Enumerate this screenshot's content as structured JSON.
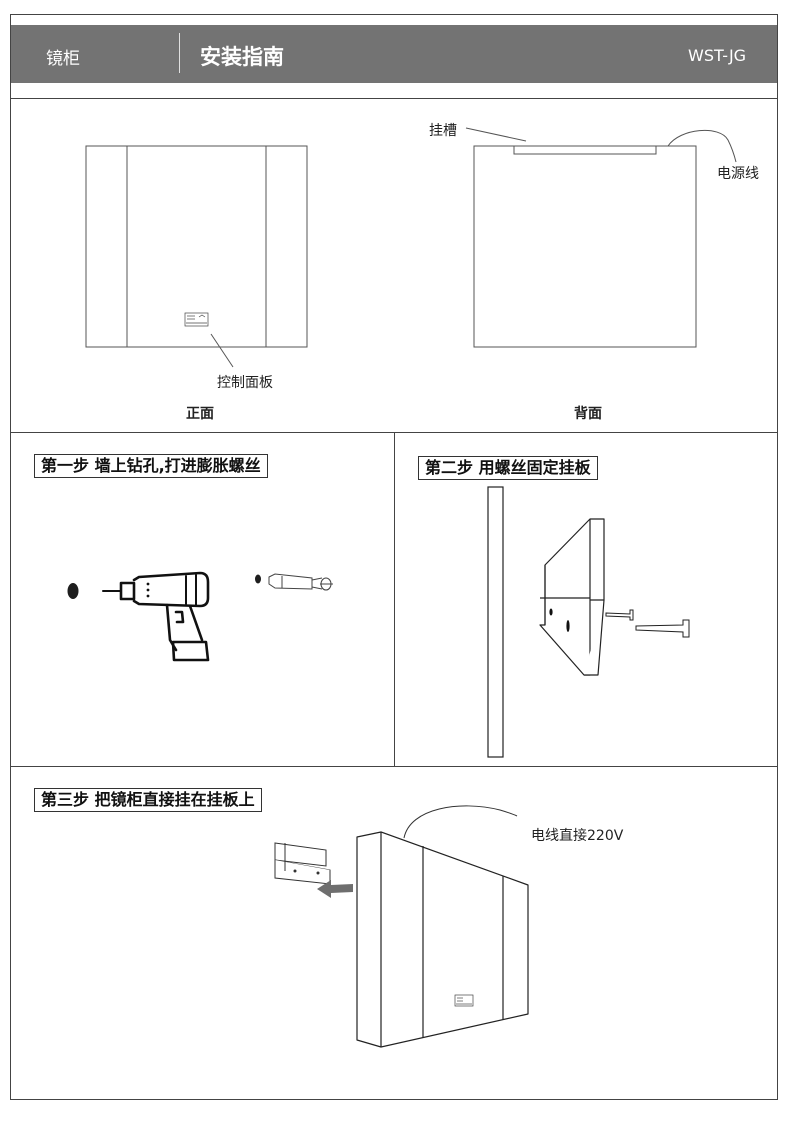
{
  "header": {
    "product": "镜柜",
    "title": "安装指南",
    "model": "WST-JG"
  },
  "overview": {
    "hanging_slot_label": "挂槽",
    "power_cord_label": "电源线",
    "control_panel_label": "控制面板",
    "front_label": "正面",
    "back_label": "背面"
  },
  "steps": [
    {
      "title": "第一步 墙上钻孔,打进膨胀螺丝"
    },
    {
      "title": "第二步 用螺丝固定挂板"
    },
    {
      "title": "第三步 把镜柜直接挂在挂板上"
    }
  ],
  "step3": {
    "wire_label": "电线直接220V"
  },
  "colors": {
    "header_bg": "#737373",
    "header_text": "#ffffff",
    "line": "#444444",
    "arrow": "#6e6e6e"
  },
  "icons": [
    "drill-icon",
    "expansion-screw-icon",
    "screw-icon",
    "wall-plate-icon",
    "arrow-left-icon"
  ]
}
